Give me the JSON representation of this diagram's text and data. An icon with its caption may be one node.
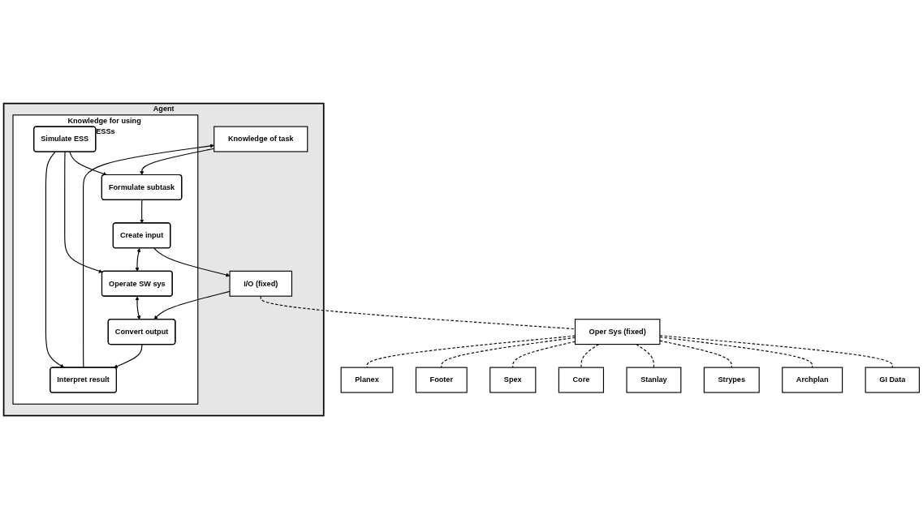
{
  "diagram": {
    "nodes": [
      {
        "text": [
          "Agent"
        ]
      },
      {
        "text": [
          "Knowledge of task"
        ],
        "in": 0
      },
      {
        "text": [
          "Knowledge for using ESSs"
        ],
        "in": 0
      },
      {
        "text": [
          "Formulate subtask"
        ],
        "in": 2
      },
      {
        "text": [
          "Create input"
        ],
        "in": 2
      },
      {
        "text": [
          "Simulate ESS"
        ],
        "in": 2
      },
      {
        "text": [
          "Operate SW sys"
        ],
        "in": 2
      },
      {
        "text": [
          "Interpret result"
        ],
        "in": 2
      },
      {
        "text": [
          "Convert output"
        ],
        "in": 2
      },
      {
        "text": [
          "I/O (fixed)"
        ],
        "in": 0
      },
      {
        "text": [
          "Oper Sys (fixed)"
        ]
      },
      {
        "text": [
          "GI Data"
        ]
      },
      {
        "text": [
          "Archplan"
        ]
      },
      {
        "text": [
          "Strypes"
        ]
      },
      {
        "text": [
          "Stanlay"
        ]
      },
      {
        "text": [
          "Core"
        ]
      },
      {
        "text": [
          "Spex"
        ]
      },
      {
        "text": [
          "Footer"
        ]
      },
      {
        "text": [
          "Planex"
        ]
      }
    ],
    "edges": [
      {
        "from": 1,
        "to": 3,
        "arrow": "to"
      },
      {
        "from": 3,
        "to": 4,
        "arrow": "to"
      },
      {
        "from": 4,
        "to": 9,
        "arrow": "to"
      },
      {
        "from": 4,
        "to": 6,
        "arrow": "both"
      },
      {
        "from": 5,
        "to": 3,
        "arrow": "to"
      },
      {
        "from": 5,
        "to": 6,
        "arrow": "to"
      },
      {
        "from": 5,
        "to": 7,
        "arrow": "to"
      },
      {
        "from": 6,
        "to": 8,
        "arrow": "both"
      },
      {
        "from": 9,
        "to": 8,
        "arrow": "to"
      },
      {
        "from": 8,
        "to": 7,
        "arrow": "to"
      },
      {
        "from": 7,
        "to": 1,
        "arrow": "to"
      },
      {
        "from": 9,
        "to": 10,
        "arrow": "none",
        "style": "dashed"
      },
      {
        "from": 10,
        "to": 11,
        "arrow": "none",
        "style": "dashed"
      },
      {
        "from": 10,
        "to": 12,
        "arrow": "none",
        "style": "dashed"
      },
      {
        "from": 10,
        "to": 13,
        "arrow": "none",
        "style": "dashed"
      },
      {
        "from": 10,
        "to": 14,
        "arrow": "none",
        "style": "dashed"
      },
      {
        "from": 10,
        "to": 15,
        "arrow": "none",
        "style": "dashed"
      },
      {
        "from": 10,
        "to": 16,
        "arrow": "none",
        "style": "dashed"
      },
      {
        "from": 10,
        "to": 17,
        "arrow": "none",
        "style": "dashed"
      },
      {
        "from": 10,
        "to": 18,
        "arrow": "none",
        "style": "dashed"
      }
    ]
  }
}
